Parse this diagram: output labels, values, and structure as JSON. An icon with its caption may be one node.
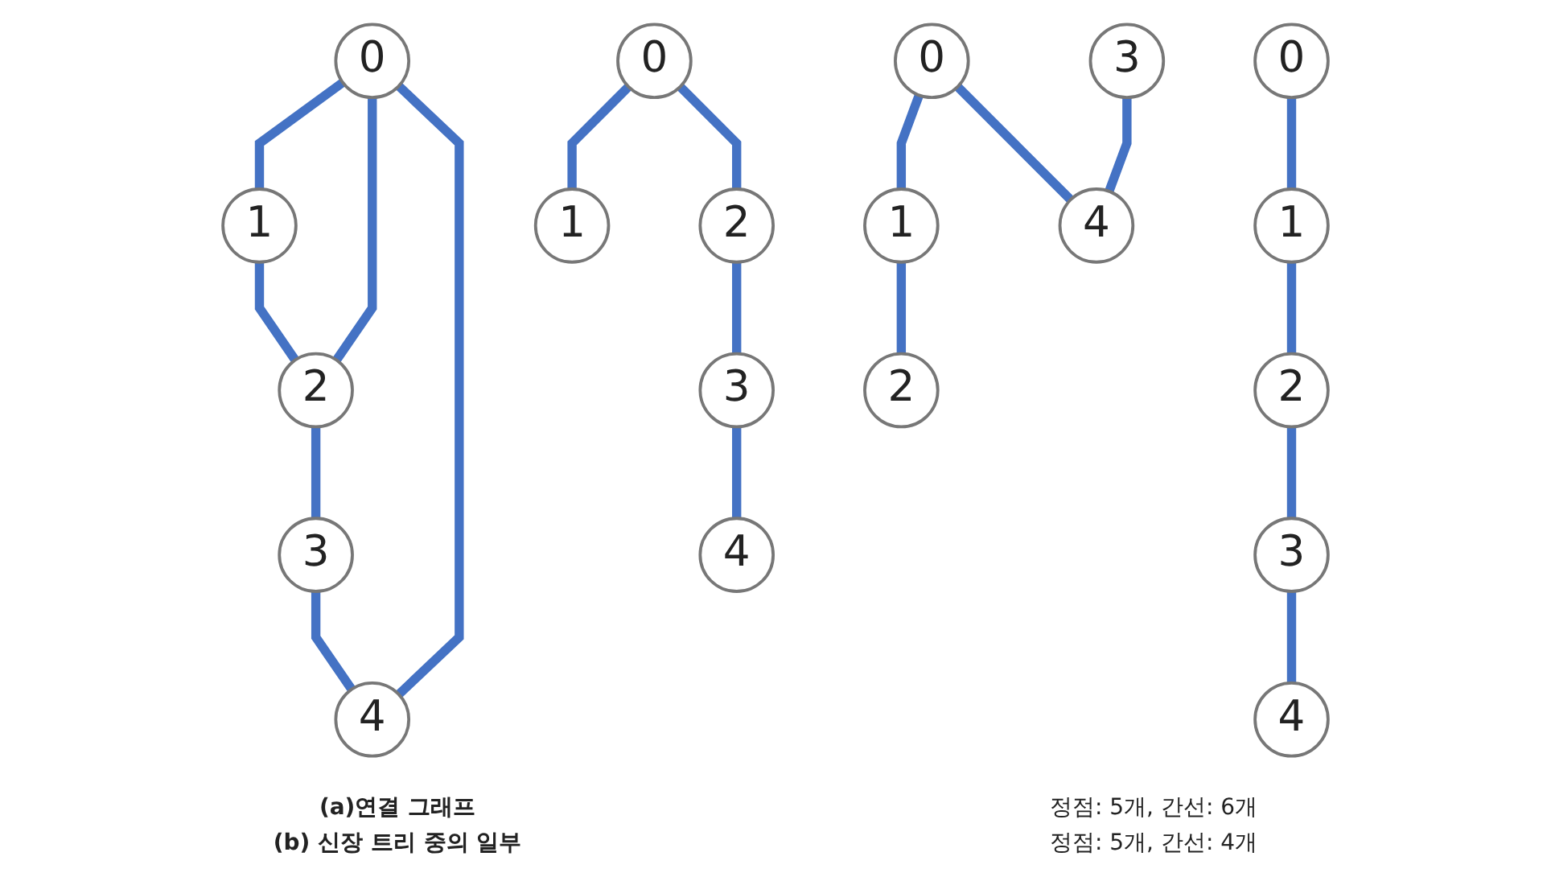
{
  "diagram": {
    "nodes": [
      {
        "text": [
          "0"
        ]
      },
      {
        "text": [
          "1"
        ]
      },
      {
        "text": [
          "3"
        ]
      },
      {
        "text": [
          "4"
        ]
      },
      {
        "text": [
          "2"
        ]
      },
      {
        "text": [
          "0"
        ]
      },
      {
        "text": [
          "1"
        ]
      },
      {
        "text": [
          "3"
        ]
      },
      {
        "text": [
          "4"
        ]
      },
      {
        "text": [
          "2"
        ]
      },
      {
        "text": [
          "0"
        ]
      },
      {
        "text": [
          "1"
        ]
      },
      {
        "text": [
          "3"
        ]
      },
      {
        "text": [
          "4"
        ]
      },
      {
        "text": [
          "2"
        ]
      },
      {
        "text": [
          "0"
        ]
      },
      {
        "text": [
          "1"
        ]
      },
      {
        "text": [
          "3"
        ]
      },
      {
        "text": [
          "4"
        ]
      },
      {
        "text": [
          "2"
        ]
      }
    ],
    "edges": [
      {
        "from": 0,
        "to": 1,
        "arrow": "none"
      },
      {
        "from": 0,
        "to": 4,
        "arrow": "none"
      },
      {
        "from": 0,
        "to": 3,
        "arrow": "none"
      },
      {
        "from": 1,
        "to": 4,
        "arrow": "none"
      },
      {
        "from": 4,
        "to": 2,
        "arrow": "none"
      },
      {
        "from": 2,
        "to": 3,
        "arrow": "none"
      },
      {
        "from": 5,
        "to": 6,
        "arrow": "none"
      },
      {
        "from": 6,
        "to": 9,
        "arrow": "none"
      },
      {
        "from": 9,
        "to": 7,
        "arrow": "none"
      },
      {
        "from": 7,
        "to": 8,
        "arrow": "none"
      },
      {
        "from": 10,
        "to": 11,
        "arrow": "none"
      },
      {
        "from": 10,
        "to": 14,
        "arrow": "none"
      },
      {
        "from": 14,
        "to": 12,
        "arrow": "none"
      },
      {
        "from": 12,
        "to": 13,
        "arrow": "none"
      },
      {
        "from": 15,
        "to": 16,
        "arrow": "none"
      },
      {
        "from": 15,
        "to": 18,
        "arrow": "none"
      },
      {
        "from": 17,
        "to": 18,
        "arrow": "none"
      },
      {
        "from": 16,
        "to": 19,
        "arrow": "none"
      }
    ],
    "labels": [
      "(a)연결 그래프",
      "정점: 5개, 간선: 6개",
      "(b) 신장 트리 중의 일부",
      "정점: 5개, 간선: 4개"
    ]
  }
}
